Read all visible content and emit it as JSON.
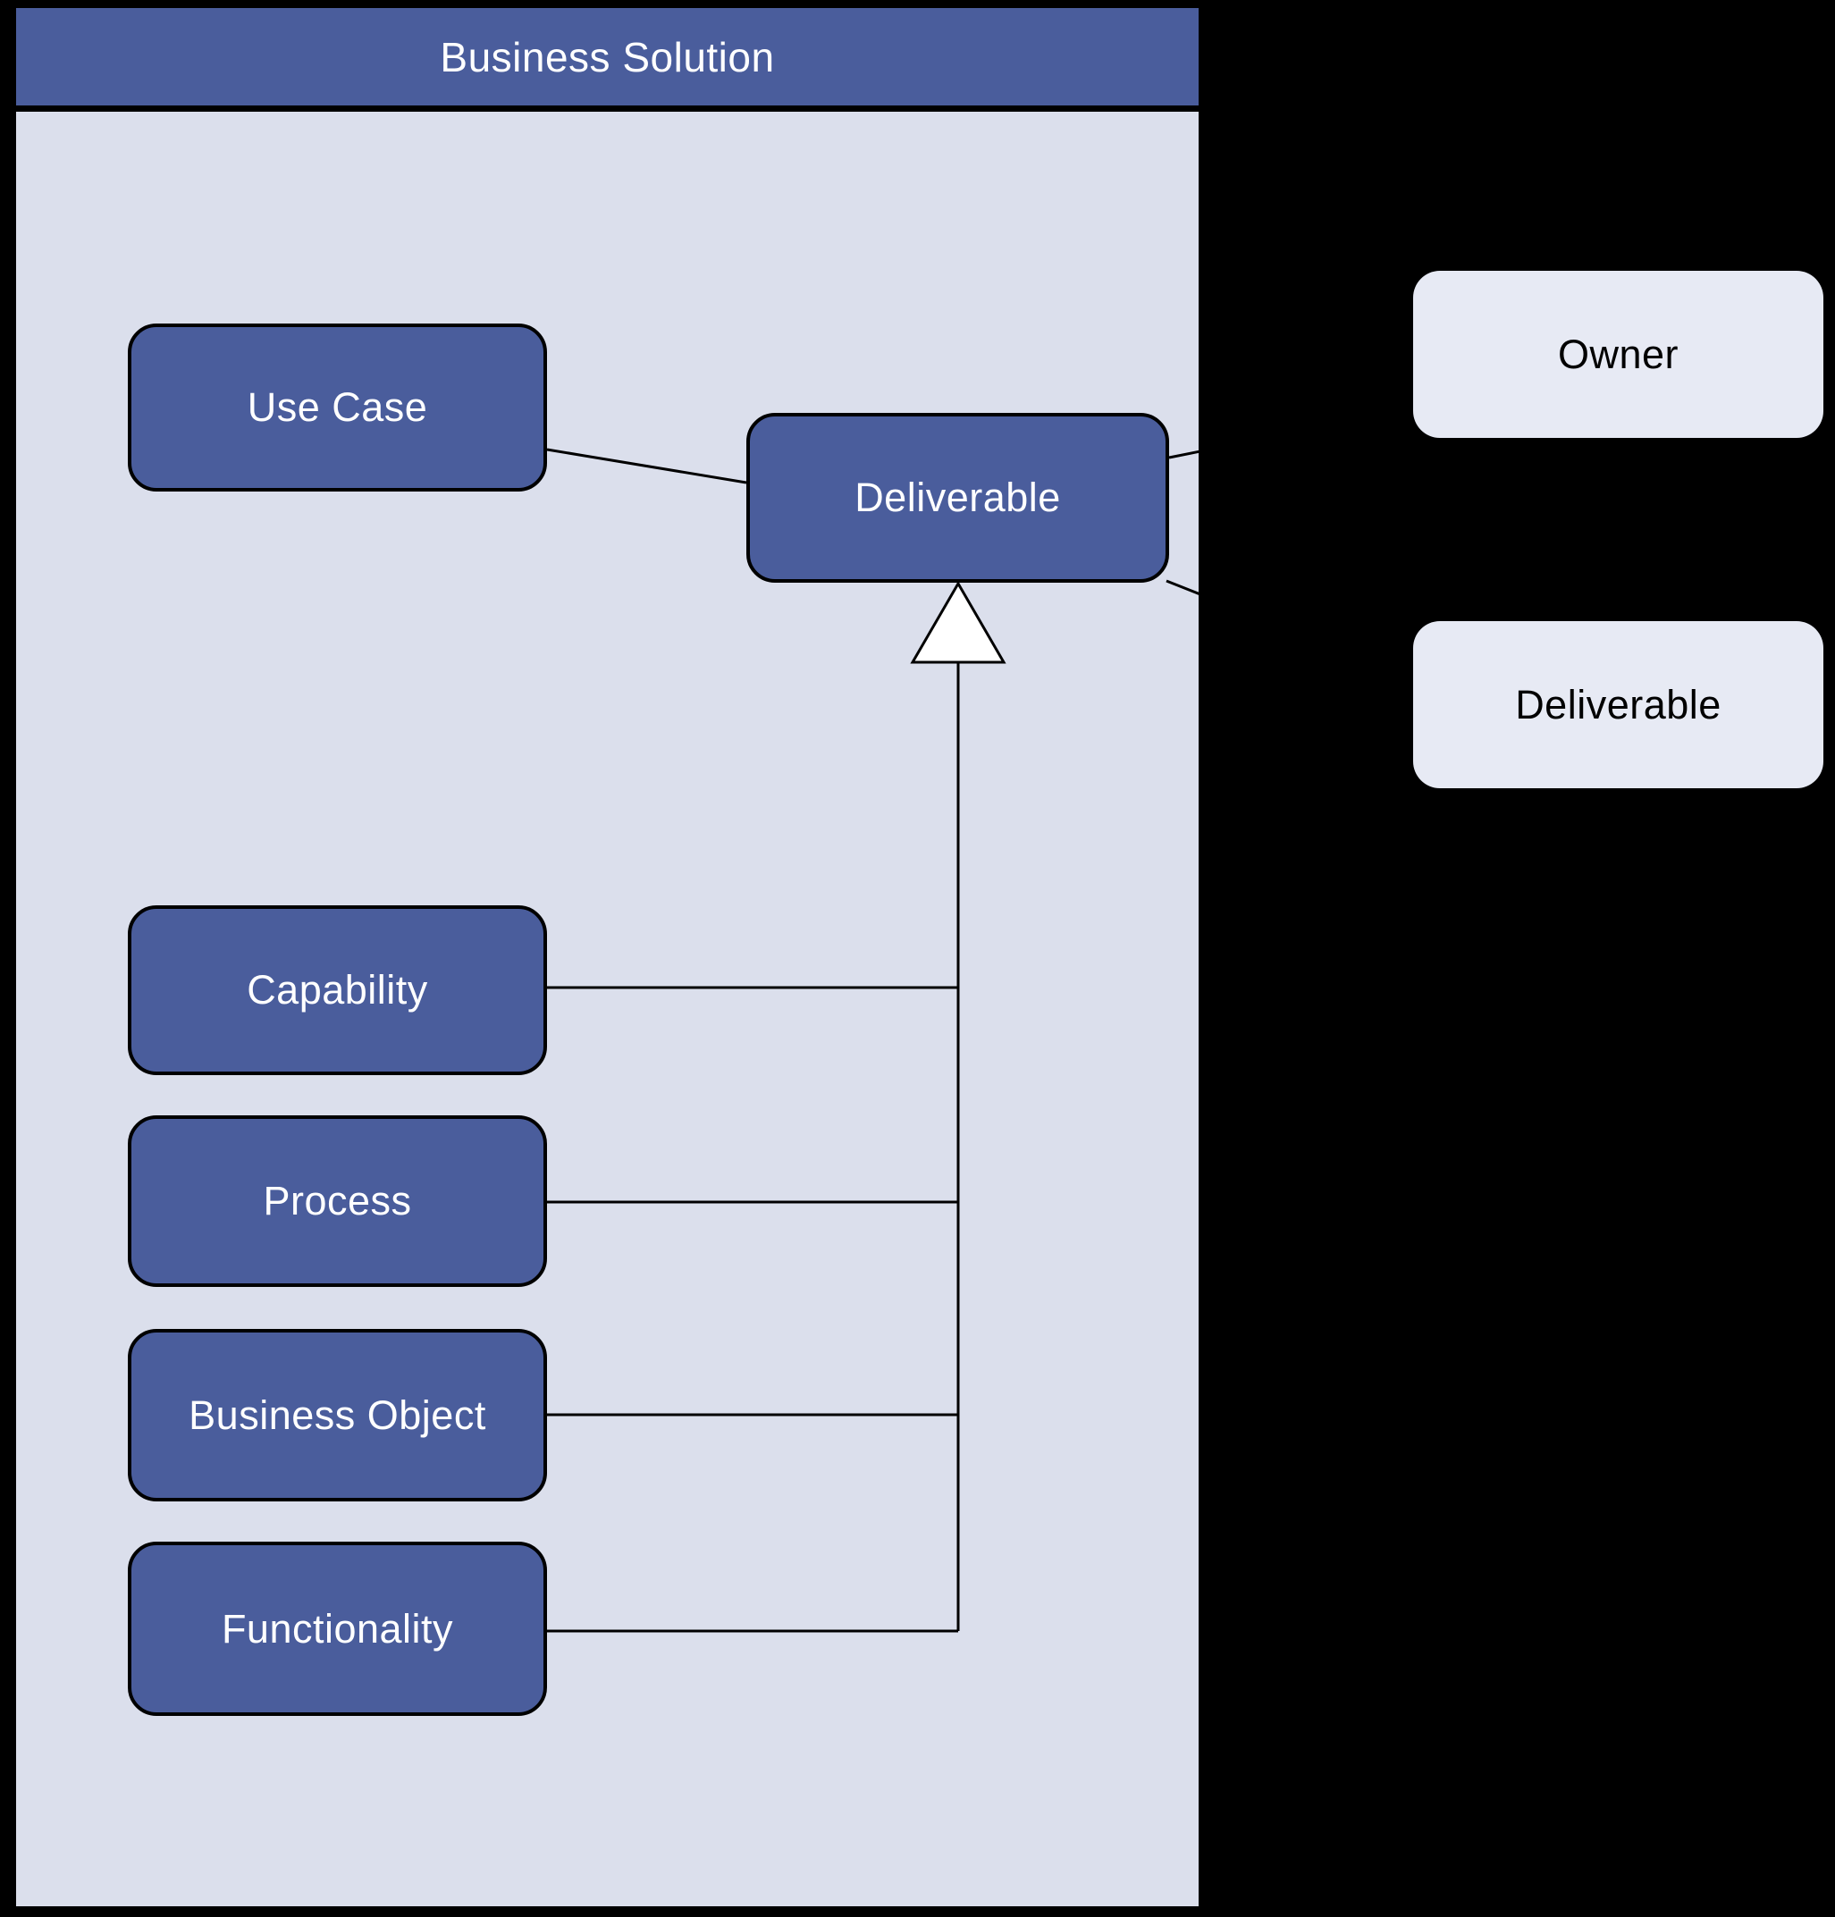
{
  "container": {
    "title": "Business Solution"
  },
  "nodes": [
    {
      "id": "use-case",
      "label": "Use Case"
    },
    {
      "id": "deliverable",
      "label": "Deliverable"
    },
    {
      "id": "capability",
      "label": "Capability"
    },
    {
      "id": "process",
      "label": "Process"
    },
    {
      "id": "business-object",
      "label": "Business Object"
    },
    {
      "id": "functionality",
      "label": "Functionality"
    }
  ],
  "external_nodes": [
    {
      "id": "owner-external",
      "label": "Owner"
    },
    {
      "id": "deliverable-external",
      "label": "Deliverable"
    }
  ],
  "edges": [
    {
      "from": "use-case",
      "to": "deliverable",
      "type": "association"
    },
    {
      "from": "deliverable",
      "to": "owner-external",
      "type": "association-clipped"
    },
    {
      "from": "deliverable",
      "to": "deliverable-external",
      "type": "association-clipped"
    },
    {
      "from": "capability",
      "to": "deliverable",
      "type": "generalization"
    },
    {
      "from": "process",
      "to": "deliverable",
      "type": "generalization"
    },
    {
      "from": "business-object",
      "to": "deliverable",
      "type": "generalization"
    },
    {
      "from": "functionality",
      "to": "deliverable",
      "type": "generalization"
    }
  ],
  "colors": {
    "canvas_bg": "#000000",
    "container_bg": "#DBDFEC",
    "header_bg": "#4A5D9C",
    "node_fill": "#4A5D9C",
    "node_border": "#000000",
    "node_text": "#FFFFFF",
    "external_fill": "#E7EAF4",
    "external_text": "#000000",
    "edge_color": "#000000",
    "arrowhead_fill": "#FFFFFF"
  }
}
